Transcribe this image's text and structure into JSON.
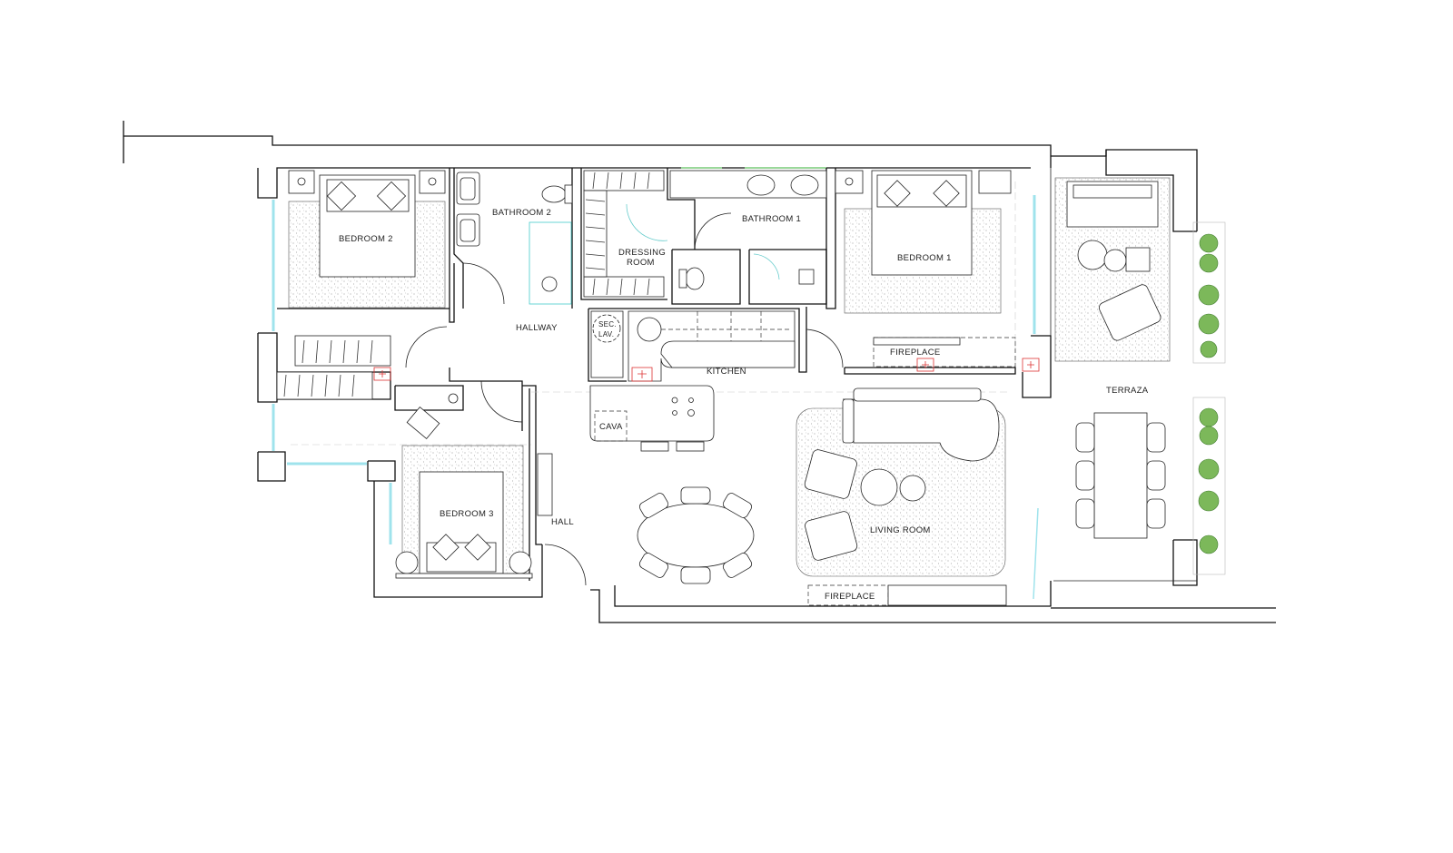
{
  "plan": {
    "rooms": {
      "bedroom2": "BEDROOM 2",
      "bathroom2": "BATHROOM 2",
      "dressing_line1": "DRESSING",
      "dressing_line2": "ROOM",
      "bathroom1": "BATHROOM 1",
      "bedroom1": "BEDROOM 1",
      "hallway": "HALLWAY",
      "sec_lav_line1": "SEC.",
      "sec_lav_line2": "LAV.",
      "kitchen": "KITCHEN",
      "cava": "CAVA",
      "fireplace_bedroom": "FIREPLACE",
      "fireplace_living": "FIREPLACE",
      "terraza": "TERRAZA",
      "living_room": "LIVING ROOM",
      "bedroom3": "BEDROOM 3",
      "hall": "HALL"
    },
    "colors": {
      "walls": "#111111",
      "glazing": "#9fe3ec",
      "outlets": "#dd3333",
      "planters": "#7cb85a"
    }
  }
}
